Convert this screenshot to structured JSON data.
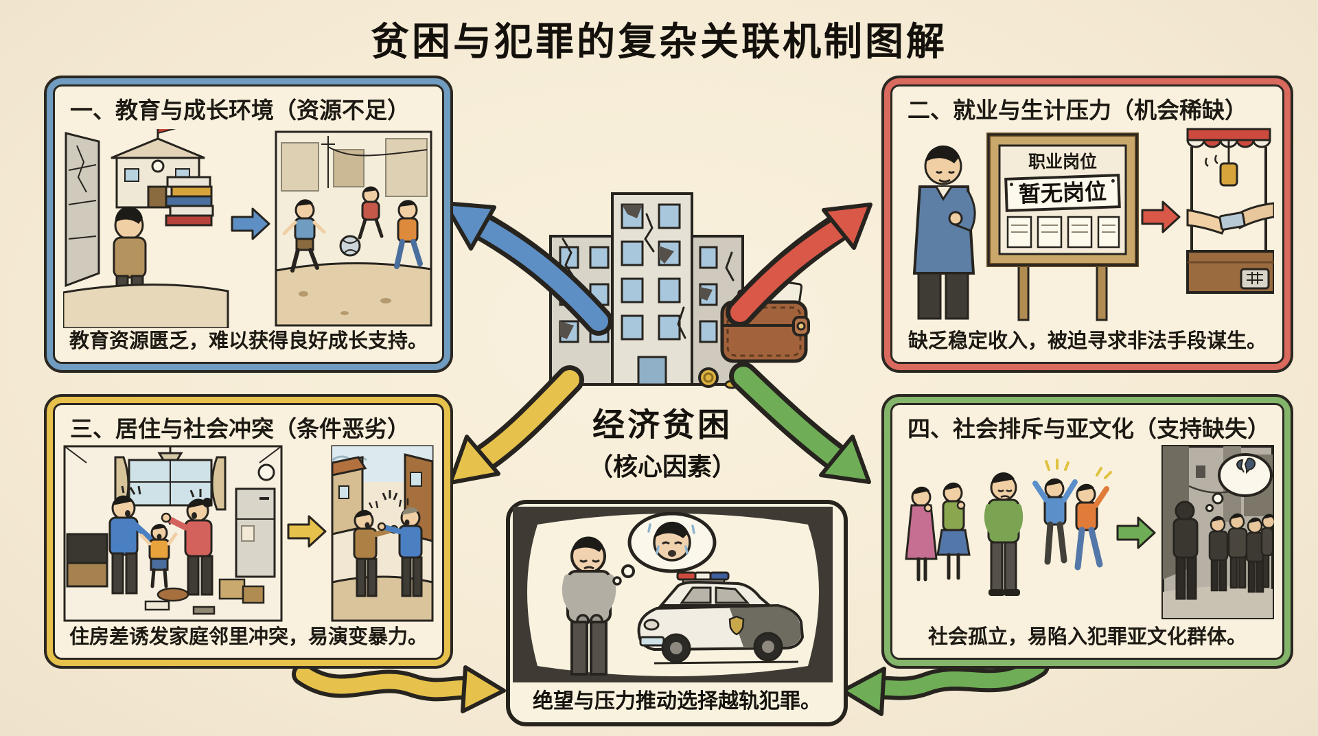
{
  "title": "贫困与犯罪的复杂关联机制图解",
  "center": {
    "label": "经济贫困",
    "sublabel": "（核心因素）"
  },
  "boxes": {
    "education": {
      "header": "一、教育与成长环境（资源不足）",
      "caption": "教育资源匮乏，难以获得良好成长支持。",
      "border_color": "#6f9cc0"
    },
    "employment": {
      "header": "二、就业与生计压力（机会稀缺）",
      "caption": "缺乏稳定收入，被迫寻求非法手段谋生。",
      "border_color": "#d96a5d",
      "board_title": "职业岗位",
      "board_sign": "暂无岗位"
    },
    "housing": {
      "header": "三、居住与社会冲突（条件恶劣）",
      "caption": "住房差诱发家庭邻里冲突，易演变暴力。",
      "border_color": "#e6c14c"
    },
    "exclusion": {
      "header": "四、社会排斥与亚文化（支持缺失）",
      "caption": "社会孤立，易陷入犯罪亚文化群体。",
      "border_color": "#83b56a"
    },
    "crime": {
      "caption": "绝望与压力推动选择越轨犯罪。",
      "border_color": "#26231d"
    }
  },
  "colors": {
    "paper": "#f6ecd6",
    "ink": "#27241f",
    "arrow_blue": "#5d8fc4",
    "arrow_red": "#d95848",
    "arrow_yellow": "#e6c14c",
    "arrow_green": "#6fae57"
  }
}
